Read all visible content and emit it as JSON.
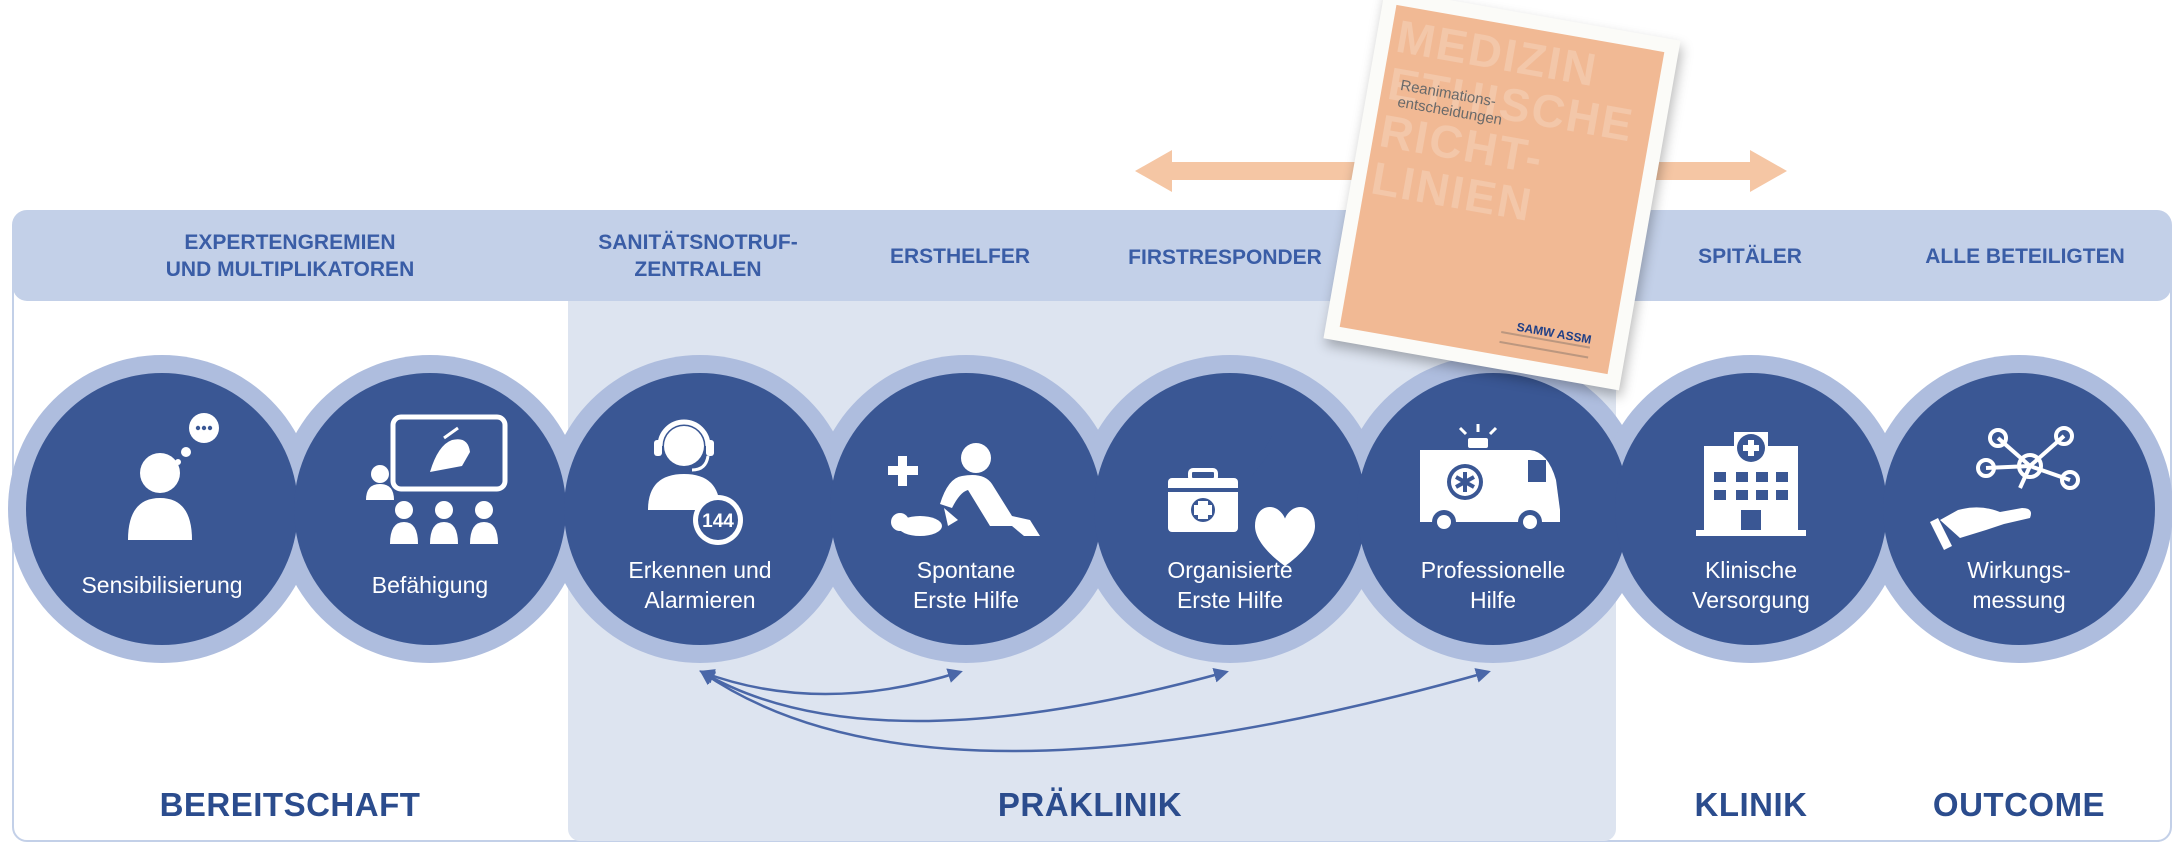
{
  "headers": [
    {
      "id": "expertengremien",
      "text": "EXPERTENGREMIEN\nUND MULTIPLIKATOREN"
    },
    {
      "id": "sanitaetsnotruf",
      "text": "SANITÄTSNOTRUF-\nZENTRALEN"
    },
    {
      "id": "ersthelfer",
      "text": "ERSTHELFER"
    },
    {
      "id": "firstresponder",
      "text": "FIRSTRESPONDER"
    },
    {
      "id": "spitaeler",
      "text": "SPITÄLER"
    },
    {
      "id": "alle",
      "text": "ALLE BETEILIGTEN"
    }
  ],
  "circles": [
    {
      "id": "sensibilisierung",
      "label": "Sensibilisierung",
      "icon": "person-speech-bubble-icon"
    },
    {
      "id": "befaehigung",
      "label": "Befähigung",
      "icon": "classroom-training-icon"
    },
    {
      "id": "erkennen",
      "label": "Erkennen und\nAlarmieren",
      "icon": "operator-headset-144-icon"
    },
    {
      "id": "spontane",
      "label": "Spontane\nErste Hilfe",
      "icon": "cpr-first-aid-icon"
    },
    {
      "id": "organisierte",
      "label": "Organisierte\nErste Hilfe",
      "icon": "first-aid-kit-aed-heart-icon"
    },
    {
      "id": "professionelle",
      "label": "Professionelle\nHilfe",
      "icon": "ambulance-icon"
    },
    {
      "id": "klinische",
      "label": "Klinische\nVersorgung",
      "icon": "hospital-building-icon"
    },
    {
      "id": "wirkung",
      "label": "Wirkungs-\nmessung",
      "icon": "network-hand-icon"
    }
  ],
  "phases": [
    {
      "id": "bereitschaft",
      "text": "BEREITSCHAFT"
    },
    {
      "id": "praeklinik",
      "text": "PRÄKLINIK"
    },
    {
      "id": "klinik",
      "text": "KLINIK"
    },
    {
      "id": "outcome",
      "text": "OUTCOME"
    }
  ],
  "book": {
    "title": "Reanimations-\nentscheidungen",
    "background_words": "MEDIZIN\nETHISCHE\nRICHT-\nLINIEN",
    "brand": "SAMW ASSM"
  },
  "icon_badge": "144",
  "colors": {
    "header_band": "#c3d0e8",
    "preclinic_band": "#dde4f0",
    "circle_dark": "#3a5794",
    "circle_halo": "#aebdde",
    "heading_text": "#3a5da6",
    "phase_text": "#2b4c8d",
    "book_arrow": "#f5c6a4",
    "book_cover": "#f1b994"
  }
}
